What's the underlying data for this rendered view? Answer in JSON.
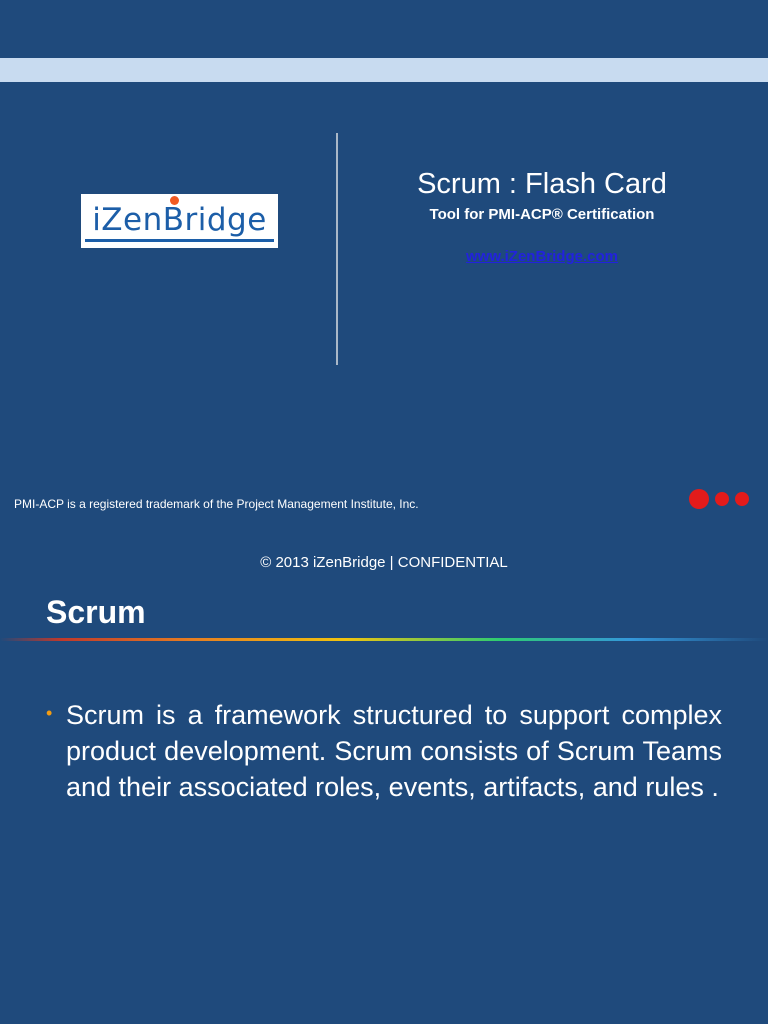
{
  "cover": {
    "logo_text": "iZenBridge",
    "title": "Scrum : Flash Card",
    "subtitle": "Tool for PMI-ACP®  Certification",
    "link": "www.iZenBridge.com",
    "trademark": "PMI-ACP is a registered trademark of the Project Management Institute, Inc.",
    "copyright": "© 2013 iZenBridge  |  CONFIDENTIAL"
  },
  "content": {
    "section_title": "Scrum",
    "bullet_marker": "•",
    "bullets": [
      "Scrum is a framework structured to support complex product development. Scrum consists of Scrum Teams and their associated roles, events, artifacts, and rules ."
    ]
  },
  "colors": {
    "background": "#1f4a7c",
    "top_band": "#c8dbf0",
    "logo_blue": "#1c5ea8",
    "logo_dot": "#f15a22",
    "link": "#2222dd",
    "accent_dots": "#e31b1b",
    "bullet": "#f39c12"
  }
}
